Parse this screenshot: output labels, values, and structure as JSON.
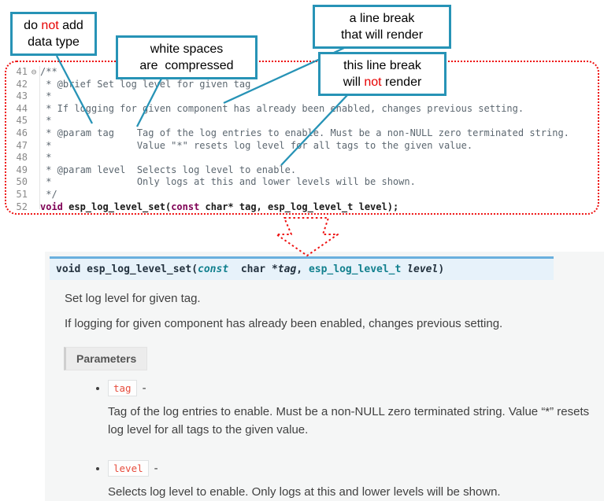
{
  "colors": {
    "callout_border": "#2793b6",
    "annotation_line": "#2793b6",
    "dotted_outline_red": "#ee1111",
    "signature_bar_border": "#6ab0de",
    "signature_bar_bg": "#e7f2fa",
    "editor_keyword": "#7f0055",
    "param_literal_red": "#e74c3c"
  },
  "callouts": {
    "no_data_type": {
      "t1": "do ",
      "em": "not",
      "t2": " add",
      "line2": "data type"
    },
    "whitespace": {
      "line1": "white spaces",
      "line2": "are  compressed"
    },
    "break_renders": {
      "line1": "a line break",
      "line2": "that will render"
    },
    "break_not_render": {
      "line1": "this line break",
      "t1": "will ",
      "em": "not",
      "t2": " render"
    }
  },
  "code": {
    "lines": [
      {
        "num": "41",
        "fold": "⊖",
        "text": "/**"
      },
      {
        "num": "42",
        "text": " * @brief Set log level for given tag"
      },
      {
        "num": "43",
        "text": " *"
      },
      {
        "num": "44",
        "text": " * If logging for given component has already been enabled, changes previous setting."
      },
      {
        "num": "45",
        "text": " *"
      },
      {
        "num": "46",
        "text": " * @param tag    Tag of the log entries to enable. Must be a non-NULL zero terminated string."
      },
      {
        "num": "47",
        "text": " *               Value \"*\" resets log level for all tags to the given value."
      },
      {
        "num": "48",
        "text": " *"
      },
      {
        "num": "49",
        "text": " * @param level  Selects log level to enable."
      },
      {
        "num": "50",
        "text": " *               Only logs at this and lower levels will be shown."
      },
      {
        "num": "51",
        "text": " */"
      },
      {
        "num": "52",
        "kw1": "void",
        "t1": " esp_log_level_set(",
        "kw2": "const",
        "t2": " char* tag, esp_log_level_t level);"
      }
    ]
  },
  "doc": {
    "signature": {
      "kw_void": "void",
      "name": " esp_log_level_set",
      "open": "(",
      "kw_const": "const",
      "type1": "  char *",
      "arg1": "tag",
      "sep": ", ",
      "type2": "esp_log_level_t ",
      "arg2": "level",
      "close": ")"
    },
    "brief": "Set log level for given tag.",
    "details": "If logging for given component has already been enabled, changes previous setting.",
    "parameters_label": "Parameters",
    "parameters": [
      {
        "name": "tag",
        "dash": "-",
        "desc": "Tag of the log entries to enable. Must be a non-NULL zero terminated string. Value “*” resets log level for all tags to the given value."
      },
      {
        "name": "level",
        "dash": "-",
        "desc": "Selects log level to enable. Only logs at this and lower levels will be shown."
      }
    ]
  }
}
